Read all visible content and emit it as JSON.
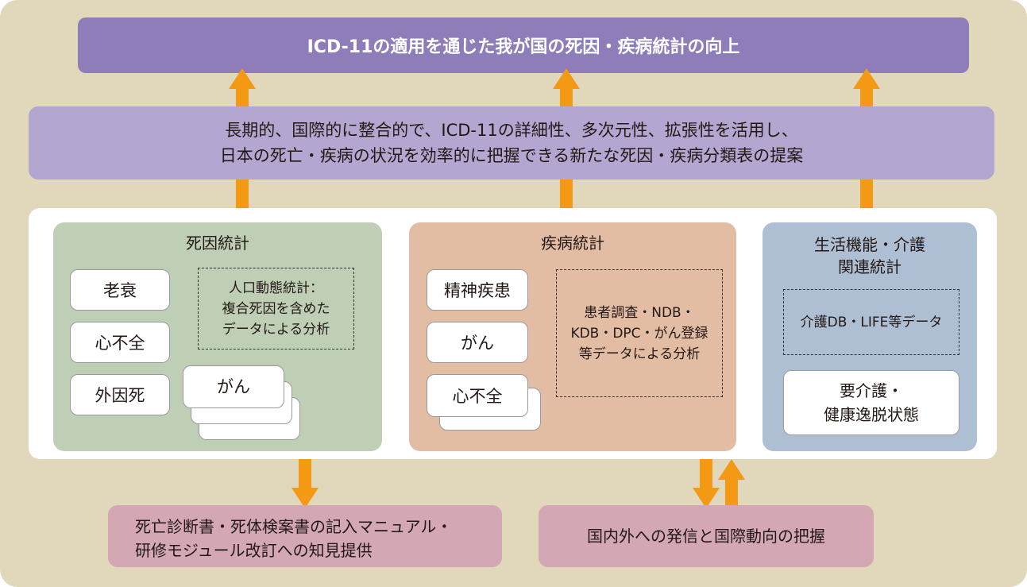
{
  "top_banner": {
    "text": "ICD-11の適用を通じた我が国の死因・疾病統計の向上"
  },
  "mid_banner": {
    "line1": "長期的、国際的に整合的で、ICD-11の詳細性、多次元性、拡張性を活用し、",
    "line2": "日本の死亡・疾病の状況を効率的に把握できる新たな死因・疾病分類表の提案"
  },
  "death_stats": {
    "title": "死因統計",
    "items": [
      "老衰",
      "心不全",
      "外因死"
    ],
    "stack_card": "がん",
    "analysis": [
      "人口動態統計：",
      "複合死因を含めた",
      "データによる分析"
    ]
  },
  "disease_stats": {
    "title": "疾病統計",
    "items": [
      "精神疾患",
      "がん"
    ],
    "stack_card": "心不全",
    "analysis": [
      "患者調査・NDB・",
      "KDB・DPC・がん登録",
      "等データによる分析"
    ]
  },
  "care_stats": {
    "title_line1": "生活機能・介護",
    "title_line2": "関連統計",
    "data_box": "介護DB・LIFE等データ",
    "item_line1": "要介護・",
    "item_line2": "健康逸脱状態"
  },
  "bottom_left": {
    "line1": "死亡診断書・死体検案書の記入マニュアル・",
    "line2": "研修モジュール改訂への知見提供"
  },
  "bottom_right": {
    "text": "国内外への発信と国際動向の把握"
  },
  "colors": {
    "background": "#e1d8bb",
    "top_banner": "#8f7dba",
    "mid_banner": "#b3a6d1",
    "death_panel": "#bfcfb6",
    "disease_panel": "#e2bda4",
    "care_panel": "#afbfd3",
    "bottom_boxes": "#d3a8b4",
    "arrow": "#f39914"
  }
}
